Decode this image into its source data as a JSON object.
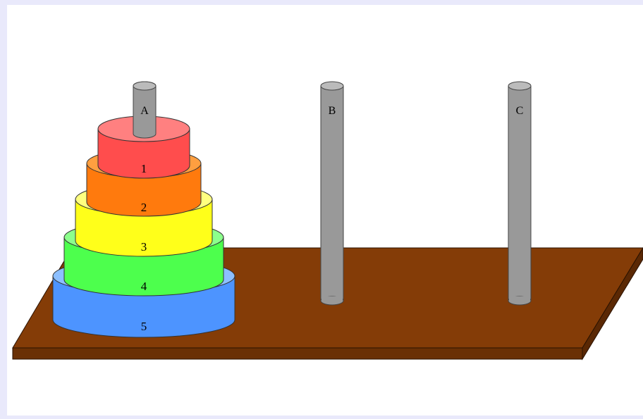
{
  "pegs": [
    {
      "label": "A",
      "disks": [
        5,
        4,
        3,
        2,
        1
      ]
    },
    {
      "label": "B",
      "disks": []
    },
    {
      "label": "C",
      "disks": []
    }
  ],
  "disks": [
    {
      "number": "1",
      "color": "#ff4d4d",
      "top_color": "#ff8080"
    },
    {
      "number": "2",
      "color": "#ff7a0d",
      "top_color": "#ff9f40"
    },
    {
      "number": "3",
      "color": "#ffff1a",
      "top_color": "#ffff80"
    },
    {
      "number": "4",
      "color": "#4dff4d",
      "top_color": "#8cff8c"
    },
    {
      "number": "5",
      "color": "#4d94ff",
      "top_color": "#8cbfff"
    }
  ],
  "colors": {
    "page_background": "#e9e9fb",
    "board_top": "#843c07",
    "board_side": "#5a2804",
    "peg": "#999999",
    "peg_top": "#bbbbbb"
  }
}
